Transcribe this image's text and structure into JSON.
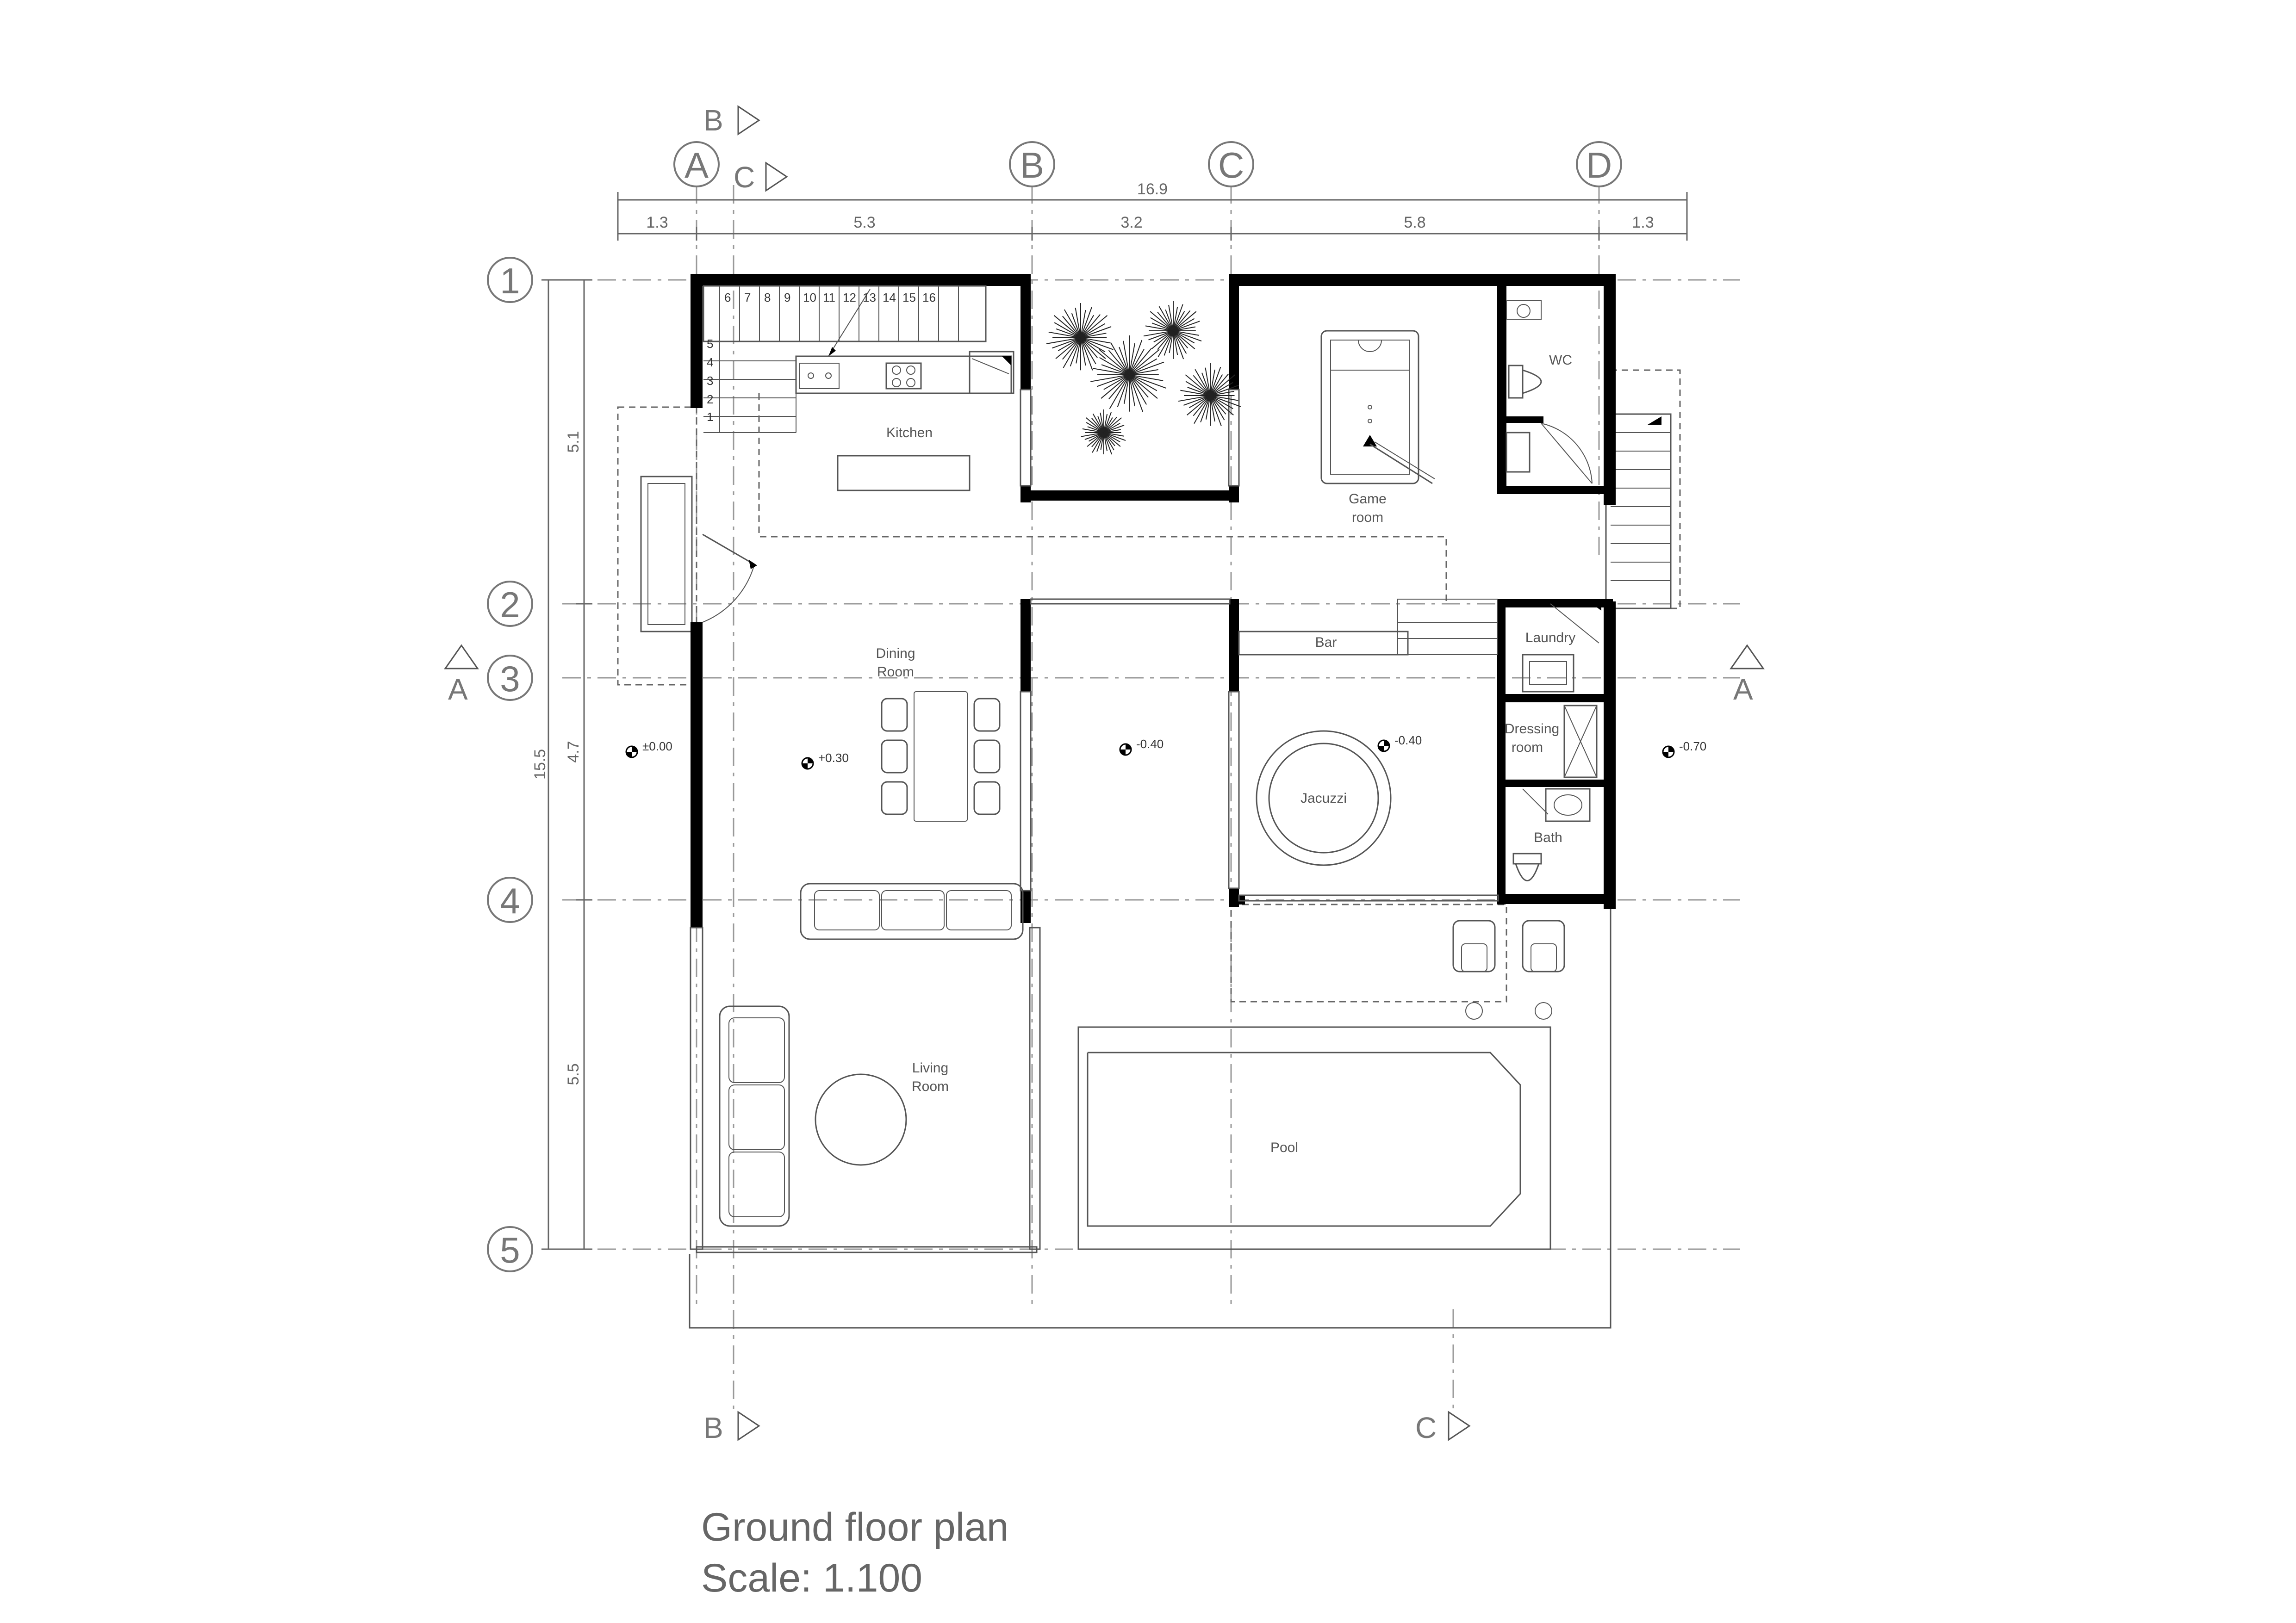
{
  "axes_columns": [
    "A",
    "B",
    "C",
    "D"
  ],
  "axes_rows": [
    "1",
    "2",
    "3",
    "4",
    "5"
  ],
  "dimensions": {
    "overall_width": "16.9",
    "segments": [
      "1.3",
      "5.3",
      "3.2",
      "5.8",
      "1.3"
    ],
    "overall_depth": "15.5",
    "row_segments": [
      "5.1",
      "4.7",
      "5.5"
    ]
  },
  "section_markers": {
    "b": "B",
    "c": "C",
    "a": "A"
  },
  "stair_numbers": [
    "1",
    "2",
    "3",
    "4",
    "5",
    "6",
    "7",
    "8",
    "9",
    "10",
    "11",
    "12",
    "13",
    "14",
    "15",
    "16"
  ],
  "rooms": {
    "kitchen": "Kitchen",
    "game_room_1": "Game",
    "game_room_2": "room",
    "wc": "WC",
    "bar": "Bar",
    "laundry": "Laundry",
    "dining_1": "Dining",
    "dining_2": "Room",
    "dressing_1": "Dressing",
    "dressing_2": "room",
    "jacuzzi": "Jacuzzi",
    "bath": "Bath",
    "living_1": "Living",
    "living_2": "Room",
    "pool": "Pool"
  },
  "levels": {
    "outside_left": "±0.00",
    "dining": "+0.30",
    "hall": "-0.40",
    "jacuzzi": "-0.40",
    "outside_right": "-0.70"
  },
  "title": "Ground floor plan",
  "scale": "Scale: 1.100"
}
